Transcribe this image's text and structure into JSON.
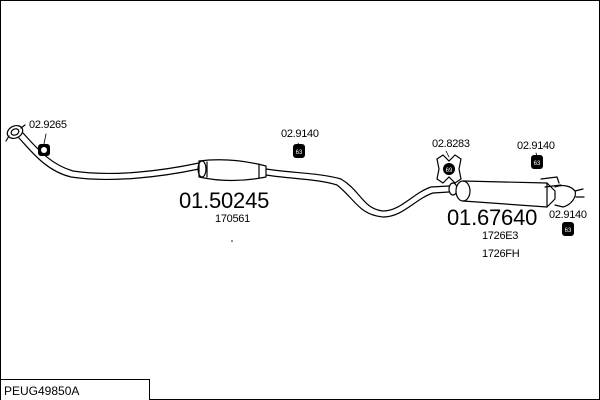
{
  "diagram": {
    "code": "PEUG49850A",
    "parts": {
      "front_pipe_clamp": "02.9265",
      "middle_silencer": "01.50245",
      "middle_silencer_ref": "170561",
      "middle_hanger": "02.9140",
      "rubber_mount": "02.8283",
      "rear_hanger_top": "02.9140",
      "rear_silencer": "01.67640",
      "rear_silencer_ref_1": "1726E3",
      "rear_silencer_ref_2": "1726FH",
      "rear_hanger_bottom": "02.9140"
    },
    "badge_text": {
      "clamp": "",
      "hanger": "63",
      "mount": "69"
    }
  }
}
